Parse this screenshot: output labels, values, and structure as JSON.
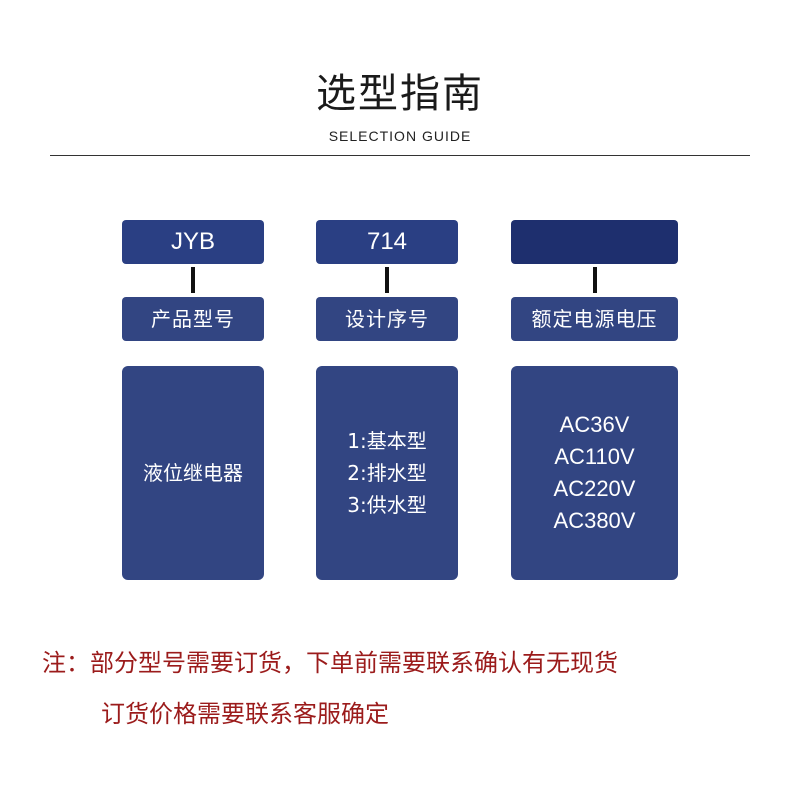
{
  "header": {
    "title": "选型指南",
    "subtitle": "SELECTION GUIDE"
  },
  "columns": [
    {
      "code": "JYB",
      "label": "产品型号",
      "options": [
        "液位继电器"
      ]
    },
    {
      "code": "714",
      "label": "设计序号",
      "options": [
        "1:基本型",
        "2:排水型",
        "3:供水型"
      ]
    },
    {
      "code": "",
      "label": "额定电源电压",
      "options": [
        "AC36V",
        "AC110V",
        "AC220V",
        "AC380V"
      ]
    }
  ],
  "note": {
    "line1": "注：部分型号需要订货，下单前需要联系确认有无现货",
    "line2": "订货价格需要联系客服确定"
  },
  "colors": {
    "box_fill_top": "#2a3f83",
    "box_fill_top_dark": "#1e2f6e",
    "box_fill": "#324582",
    "note_text": "#9b1b1b"
  }
}
